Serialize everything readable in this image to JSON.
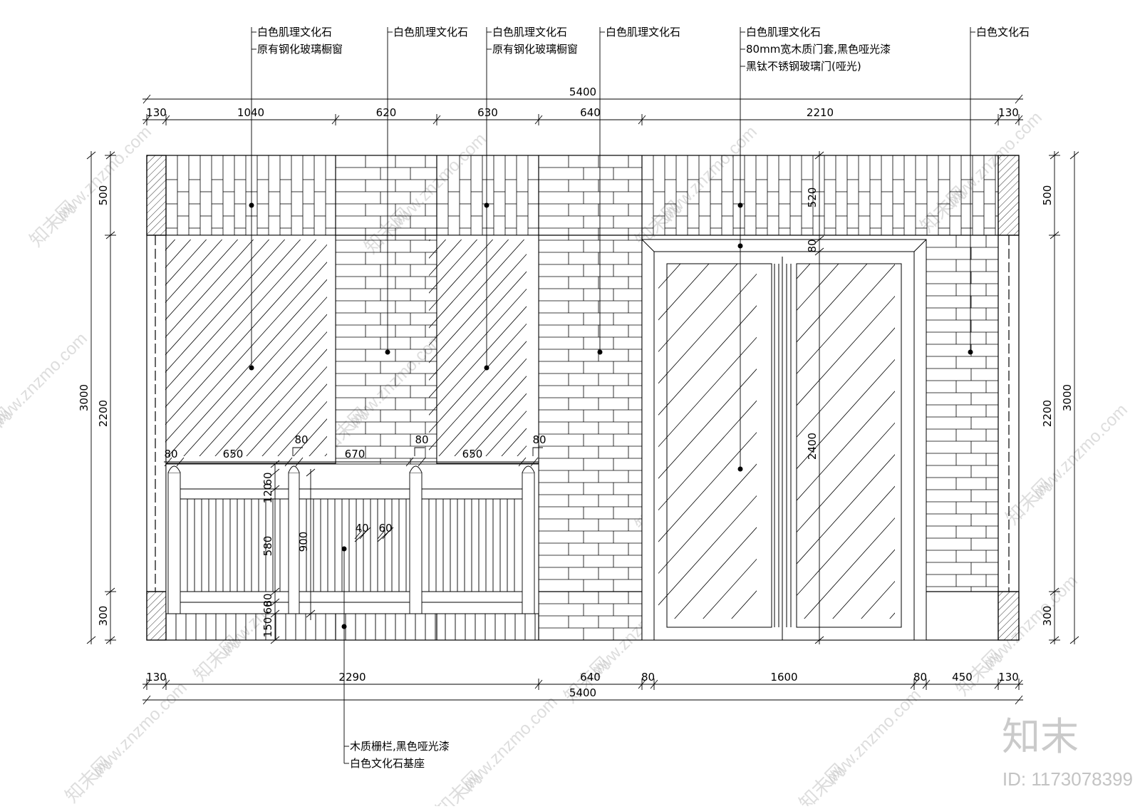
{
  "callouts_top": [
    {
      "lines": [
        "白色肌理文化石",
        "原有钢化玻璃橱窗"
      ]
    },
    {
      "lines": [
        "白色肌理文化石"
      ]
    },
    {
      "lines": [
        "白色肌理文化石",
        "原有钢化玻璃橱窗"
      ]
    },
    {
      "lines": [
        "白色肌理文化石"
      ]
    },
    {
      "lines": [
        "白色肌理文化石",
        "80mm宽木质门套,黑色哑光漆",
        "黑钛不锈钢玻璃门(哑光)"
      ]
    },
    {
      "lines": [
        "白色文化石"
      ]
    }
  ],
  "callout_bottom": {
    "lines": [
      "木质栅栏,黑色哑光漆",
      "白色文化石基座"
    ]
  },
  "dims_top": {
    "overall": "5400",
    "segments": [
      "130",
      "1040",
      "620",
      "630",
      "640",
      "2210",
      "130"
    ]
  },
  "dims_bottom": {
    "overall": "5400",
    "segments": [
      "130",
      "2290",
      "640",
      "80",
      "1600",
      "80",
      "450",
      "130"
    ]
  },
  "dims_left": {
    "overall": "3000",
    "segments": [
      "500",
      "2200",
      "300"
    ]
  },
  "dims_right": {
    "overall": "3000",
    "segments": [
      "500",
      "2200",
      "300"
    ]
  },
  "dims_door": {
    "top": "520",
    "frame": "80",
    "door": "2400"
  },
  "dims_fence": {
    "widths": [
      "80",
      "650",
      "80",
      "670",
      "80",
      "650",
      "80"
    ],
    "heights": [
      "60",
      "120",
      "580",
      "80",
      "60",
      "150"
    ],
    "total": "900",
    "slat": "40",
    "gap": "60"
  },
  "watermark": {
    "text": "www.znzmo.com",
    "brand": "知末网",
    "logo": "知末",
    "id": "ID: 1173078399"
  }
}
